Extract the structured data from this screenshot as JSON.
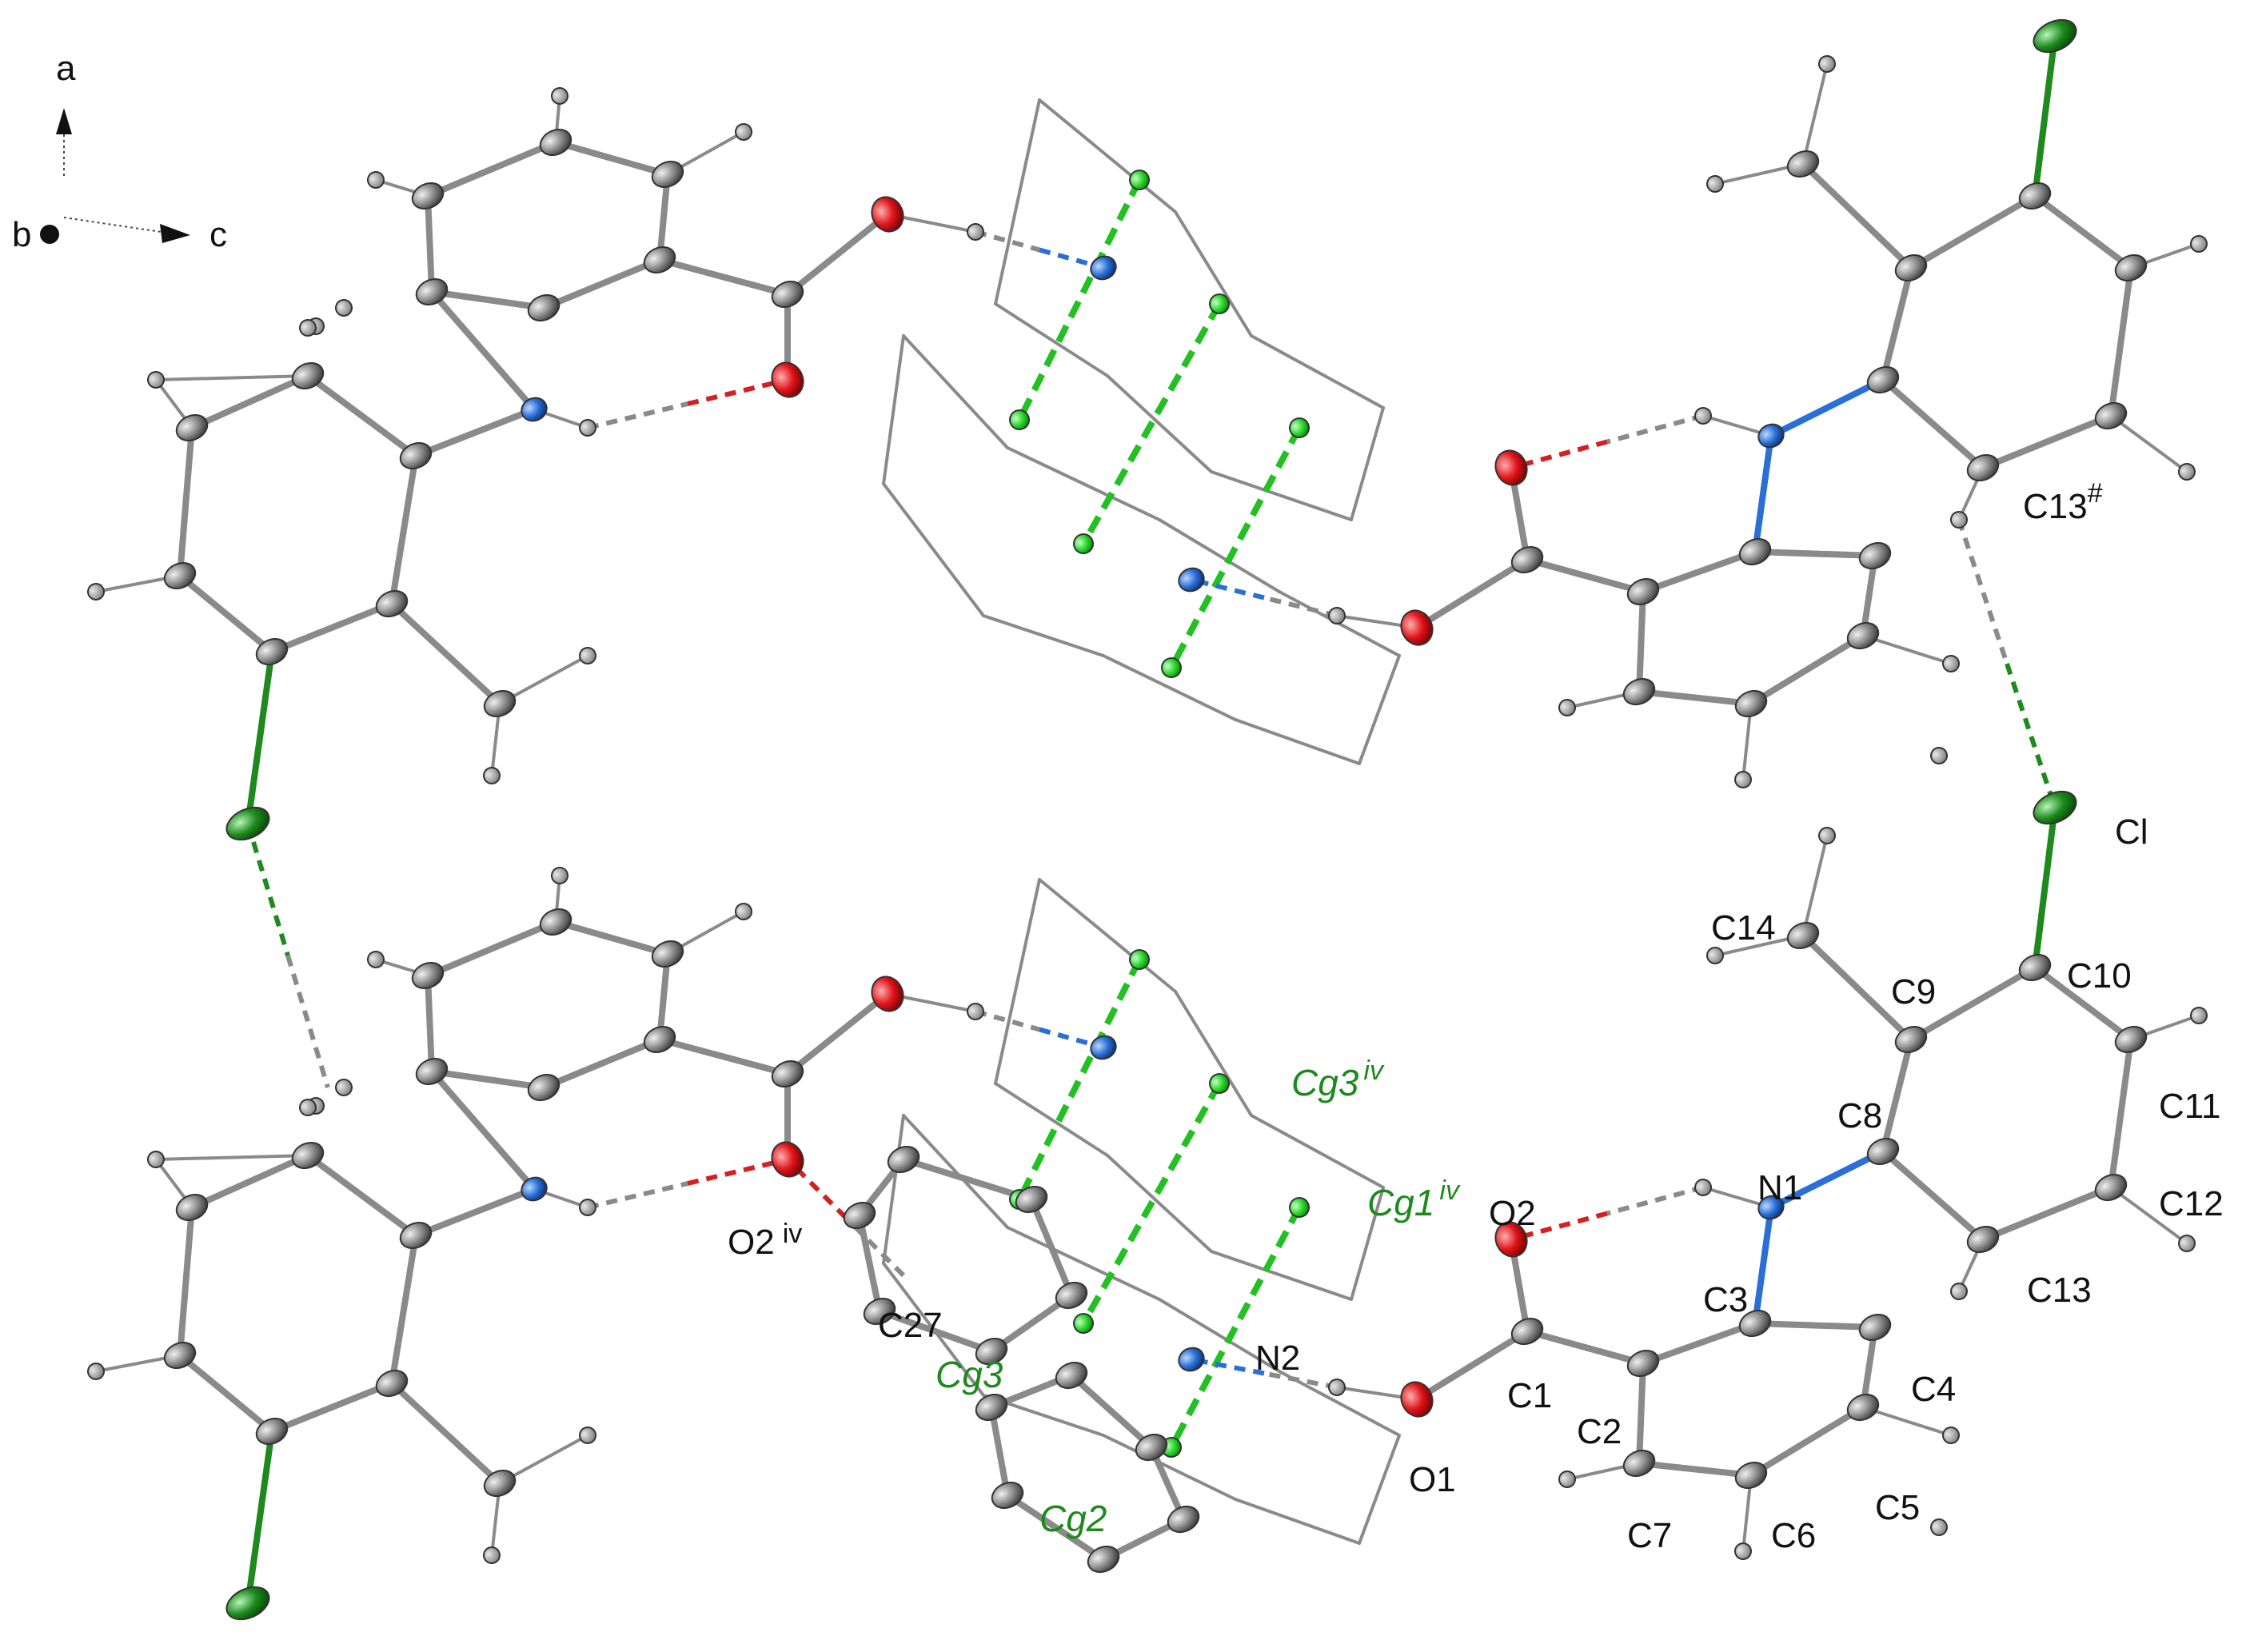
{
  "axes_legend": {
    "a": "a",
    "b": "b",
    "c": "c"
  },
  "labels": {
    "c13_hash": "C13",
    "hash": "#",
    "cl": "Cl",
    "c14": "C14",
    "c9": "C9",
    "c10": "C10",
    "c11": "C11",
    "c8": "C8",
    "n1": "N1",
    "c12": "C12",
    "o2": "O2",
    "c3": "C3",
    "c13": "C13",
    "c1": "C1",
    "c4": "C4",
    "c2": "C2",
    "o1": "O1",
    "c5": "C5",
    "c7": "C7",
    "c6": "C6",
    "n2": "N2",
    "c27": "C27",
    "o2iv": "O2",
    "iv": "iv",
    "cg3": "Cg3",
    "cg2": "Cg2",
    "cg3iv": "Cg3",
    "cg1iv": "Cg1"
  },
  "colors": {
    "carbon": "#8c8c8c",
    "hydrogen": "#9a9a9a",
    "oxygen": "#e0141a",
    "nitrogen": "#2a6fd6",
    "chlorine": "#1e8a1e",
    "centroid": "#22d422",
    "bond": "#8a8a8a",
    "hbond_red": "#d42020",
    "hbond_grey": "#8a8a8a",
    "hbond_blue": "#2a6fd6",
    "pi_dash": "#22c022"
  }
}
